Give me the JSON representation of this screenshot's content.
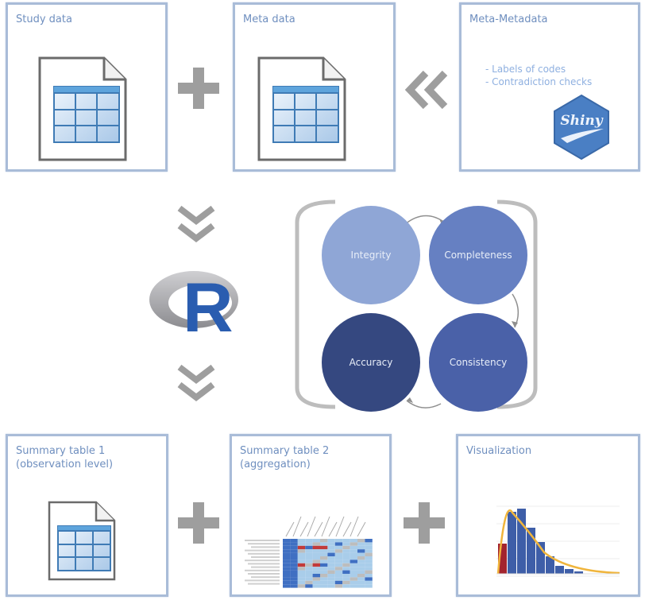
{
  "boxes": {
    "study_data": {
      "title": "Study data",
      "icon": "table-document-icon"
    },
    "meta_data": {
      "title": "Meta data",
      "icon": "table-document-icon"
    },
    "meta_metadata": {
      "title": "Meta-Metadata",
      "bullets": [
        "- Labels of codes",
        "- Contradiction checks"
      ],
      "logo_text": "Shiny"
    },
    "summary_table_1": {
      "title_line1": "Summary table 1",
      "title_line2": "(observation level)",
      "icon": "table-document-icon"
    },
    "summary_table_2": {
      "title_line1": "Summary table 2",
      "title_line2": "(aggregation)",
      "icon": "heatmap-thumbnail"
    },
    "visualization": {
      "title": "Visualization",
      "icon": "histogram-thumbnail"
    }
  },
  "connectors": {
    "plus": "plus-icon",
    "double_left": "double-chevron-left-icon",
    "double_down": "double-chevron-down-icon"
  },
  "r_logo": {
    "letter": "R"
  },
  "cycle": {
    "items": [
      {
        "label": "Integrity",
        "color": "#8fa6d6"
      },
      {
        "label": "Completeness",
        "color": "#6680c2"
      },
      {
        "label": "Consistency",
        "color": "#4a61a8"
      },
      {
        "label": "Accuracy",
        "color": "#354880"
      }
    ]
  },
  "colors": {
    "box_border": "#a9bcd8",
    "title_text": "#6f8fbf",
    "connector_gray": "#9e9e9e",
    "r_blue": "#2a5db0",
    "shiny_blue": "#4a7fc4"
  }
}
